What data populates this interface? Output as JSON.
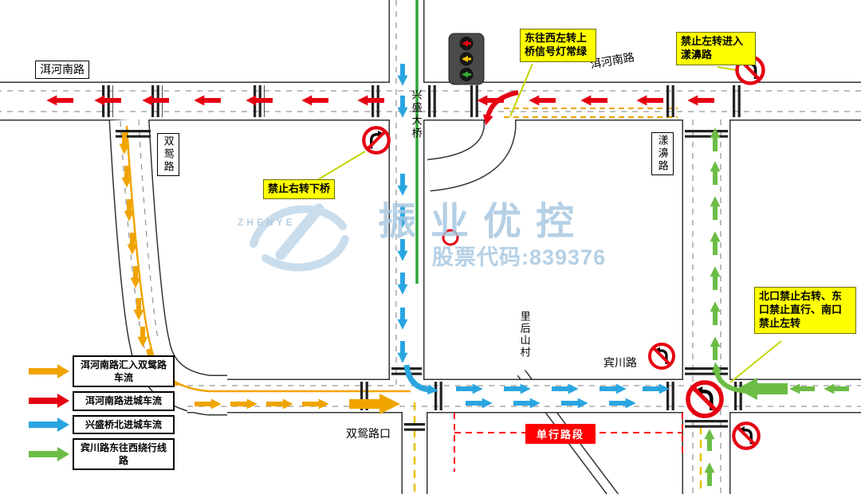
{
  "roads": {
    "erhe_south_left": "洱河南路",
    "erhe_south_right": "洱河南路",
    "shuangyuan": "双鸳路",
    "xingsheng_bridge": "兴盛大桥",
    "yangbi": "漾濞路",
    "lihoushan": "里后山村",
    "binchuan": "宾川路",
    "shuangyuan_junction": "双鸳路口"
  },
  "callouts": {
    "signal_green": "东往西左转上桥信号灯常绿",
    "no_left_yangbi": "禁止左转进入漾濞路",
    "no_right_bridge": "禁止右转下桥",
    "multi_ban": "北口禁止右转、东口禁止直行、南口禁止左转"
  },
  "one_way_label": "单行路段",
  "legend": {
    "items": [
      {
        "color": "#F0A400",
        "label": "洱河南路汇入双鸳路车流"
      },
      {
        "color": "#E50012",
        "label": "洱河南路进城车流"
      },
      {
        "color": "#29A6E0",
        "label": "兴盛桥北进城车流"
      },
      {
        "color": "#6CBD45",
        "label": "宾川路东往西绕行线路"
      }
    ]
  },
  "watermark": {
    "brand": "振业优控",
    "sub": "ZHENYE",
    "code": "股票代码:839376"
  },
  "colors": {
    "merge_flow": "#F0A400",
    "incity_flow": "#E50012",
    "bridge_flow": "#29A6E0",
    "detour_flow": "#6CBD45",
    "callout_bg": "#FFFF00",
    "oneway_bg": "#FF0000",
    "sign_red": "#E50012"
  }
}
